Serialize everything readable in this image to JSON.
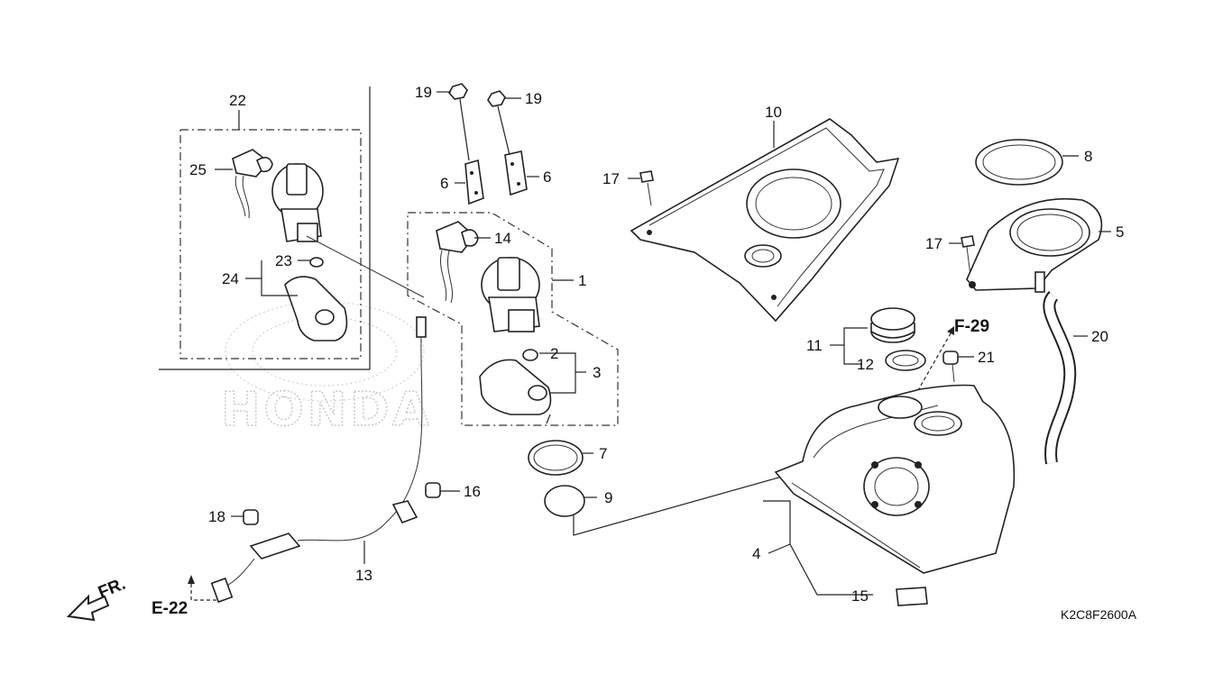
{
  "diagram": {
    "callouts": {
      "c1": "1",
      "c2": "2",
      "c3": "3",
      "c4": "4",
      "c5": "5",
      "c6a": "6",
      "c6b": "6",
      "c7": "7",
      "c8": "8",
      "c9": "9",
      "c10": "10",
      "c11": "11",
      "c12": "12",
      "c13": "13",
      "c14": "14",
      "c15": "15",
      "c16": "16",
      "c17a": "17",
      "c17b": "17",
      "c18": "18",
      "c19a": "19",
      "c19b": "19",
      "c20": "20",
      "c21": "21",
      "c22": "22",
      "c23": "23",
      "c24": "24",
      "c25": "25"
    },
    "refs": {
      "f29": "F-29",
      "e22": "E-22",
      "front": "FR."
    },
    "watermark": "HONDA",
    "drawing_code": "K2C8F2600A"
  }
}
